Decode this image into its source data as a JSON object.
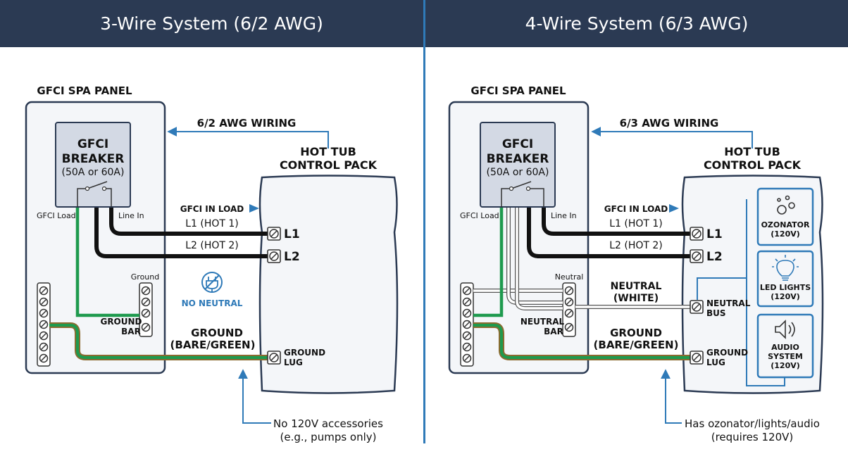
{
  "colors": {
    "header_bg": "#2b3a53",
    "accent_blue": "#2f7ab8",
    "hot_wire": "#111111",
    "ground_wire": "#1e9a4e",
    "neutral_wire": "#ffffff",
    "breaker_fill": "#d3d9e4"
  },
  "left": {
    "header": "3-Wire System (6/2 AWG)",
    "panel_title": "GFCI SPA PANEL",
    "breaker": {
      "line1": "GFCI",
      "line2": "BREAKER",
      "rating": "(50A or 60A)"
    },
    "gfci_load": "GFCI Load",
    "line_in": "Line In",
    "wiring_label": "6/2 AWG WIRING",
    "pack_title_1": "HOT TUB",
    "pack_title_2": "CONTROL PACK",
    "gfci_in_load": "GFCI IN LOAD",
    "l1_wire": "L1 (HOT 1)",
    "l2_wire": "L2 (HOT 2)",
    "l1": "L1",
    "l2": "L2",
    "ground_label": "Ground",
    "ground_bar_1": "GROUND",
    "ground_bar_2": "BAR",
    "no_neutral": "NO NEUTRAL",
    "ground_wire_1": "GROUND",
    "ground_wire_2": "(BARE/GREEN)",
    "ground_lug_1": "GROUND",
    "ground_lug_2": "LUG",
    "note_1": "No 120V accessories",
    "note_2": "(e.g., pumps only)"
  },
  "right": {
    "header": "4-Wire System (6/3 AWG)",
    "panel_title": "GFCI SPA PANEL",
    "breaker": {
      "line1": "GFCI",
      "line2": "BREAKER",
      "rating": "(50A or 60A)"
    },
    "gfci_load": "GFCI Load",
    "line_in": "Line In",
    "wiring_label": "6/3 AWG WIRING",
    "pack_title_1": "HOT TUB",
    "pack_title_2": "CONTROL PACK",
    "gfci_in_load": "GFCI IN LOAD",
    "l1_wire": "L1 (HOT 1)",
    "l2_wire": "L2 (HOT 2)",
    "l1": "L1",
    "l2": "L2",
    "neutral_label": "Neutral",
    "neutral_wire_1": "NEUTRAL",
    "neutral_wire_2": "(WHITE)",
    "neutral_bar_1": "NEUTRAL",
    "neutral_bar_2": "BAR",
    "neutral_bus_1": "NEUTRAL",
    "neutral_bus_2": "BUS",
    "ground_wire_1": "GROUND",
    "ground_wire_2": "(BARE/GREEN)",
    "ground_lug_1": "GROUND",
    "ground_lug_2": "LUG",
    "accessories": [
      {
        "name": "OZONATOR",
        "voltage": "(120V)",
        "icon": "bubbles-icon"
      },
      {
        "name": "LED LIGHTS",
        "voltage": "(120V)",
        "icon": "lightbulb-icon"
      },
      {
        "name": "AUDIO",
        "name2": "SYSTEM",
        "voltage": "(120V)",
        "icon": "speaker-icon"
      }
    ],
    "note_1": "Has ozonator/lights/audio",
    "note_2": "(requires 120V)"
  }
}
